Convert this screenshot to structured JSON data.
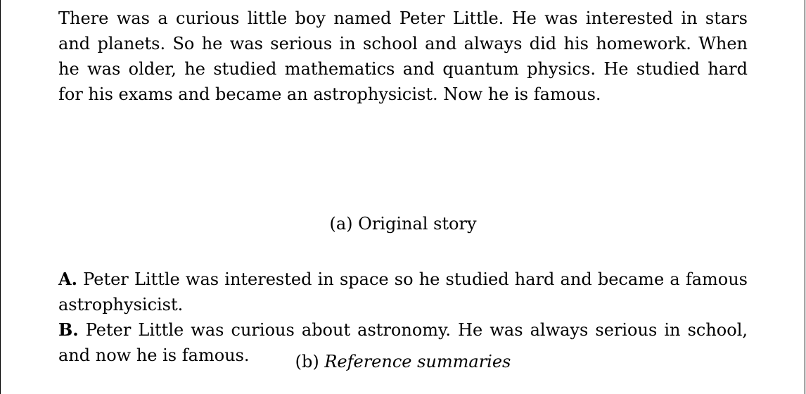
{
  "original_story": {
    "text": "There was a curious little boy named Peter Little. He was interested in stars and planets. So he was serious in school and always did his homework. When he was older, he studied mathematics and quantum physics. He studied hard for his exams and became an astrophysicist. Now he is famous.",
    "caption_prefix": "(a)",
    "caption_label": "Original story"
  },
  "reference_summaries": {
    "items": [
      {
        "marker": "A.",
        "text": "Peter Little was interested in space so he studied hard and became a famous astrophysicist."
      },
      {
        "marker": "B.",
        "text": "Peter Little was curious about astronomy. He was always serious in school, and now he is famous."
      }
    ],
    "caption_prefix": "(b)",
    "caption_label": "Reference summaries"
  }
}
